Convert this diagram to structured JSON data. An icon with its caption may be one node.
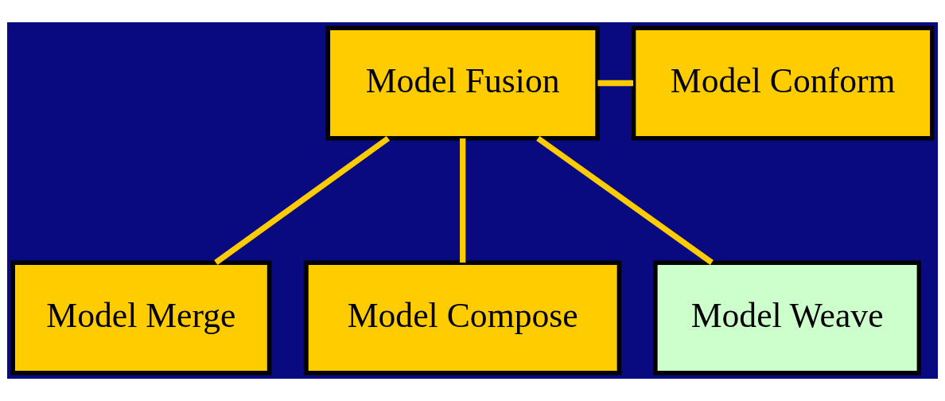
{
  "diagram": {
    "nodes": [
      {
        "text": [
          "Model Fusion"
        ]
      },
      {
        "text": [
          "Model Conform"
        ]
      },
      {
        "text": [
          "Model Merge"
        ]
      },
      {
        "text": [
          "Model Compose"
        ]
      },
      {
        "text": [
          "Model Weave"
        ]
      }
    ],
    "edges": [
      {
        "from": 0,
        "to": 1,
        "arrow": "none"
      },
      {
        "from": 0,
        "to": 2,
        "arrow": "none"
      },
      {
        "from": 0,
        "to": 3,
        "arrow": "none"
      },
      {
        "from": 0,
        "to": 4,
        "arrow": "none"
      }
    ]
  }
}
